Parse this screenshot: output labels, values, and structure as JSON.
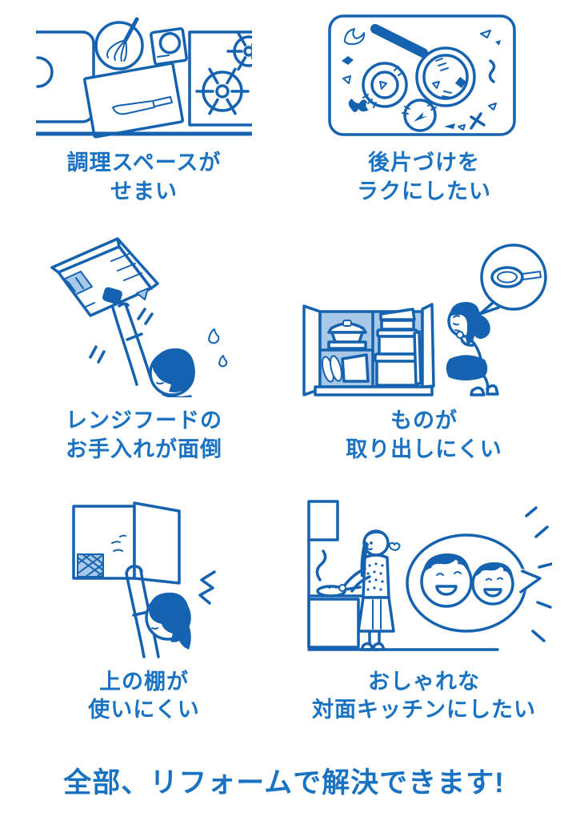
{
  "colors": {
    "background": "#ffffff",
    "text_blue": "#1a72c2",
    "line_blue": "#1562b0",
    "light_blue_fill": "#a8c8e8"
  },
  "panels": [
    {
      "icon": "kitchen-counter-illustration",
      "caption_line1": "調理スペースが",
      "caption_line2": "せまい"
    },
    {
      "icon": "dirty-pan-cleanup-illustration",
      "caption_line1": "後片づけを",
      "caption_line2": "ラクにしたい"
    },
    {
      "icon": "range-hood-cleaning-illustration",
      "caption_line1": "レンジフードの",
      "caption_line2": "お手入れが面倒"
    },
    {
      "icon": "cabinet-storage-illustration",
      "caption_line1": "ものが",
      "caption_line2": "取り出しにくい"
    },
    {
      "icon": "upper-shelf-reaching-illustration",
      "caption_line1": "上の棚が",
      "caption_line2": "使いにくい"
    },
    {
      "icon": "open-kitchen-family-illustration",
      "caption_line1": "おしゃれな",
      "caption_line2": "対面キッチンにしたい"
    }
  ],
  "headline": "全部、リフォームで解決できます!"
}
